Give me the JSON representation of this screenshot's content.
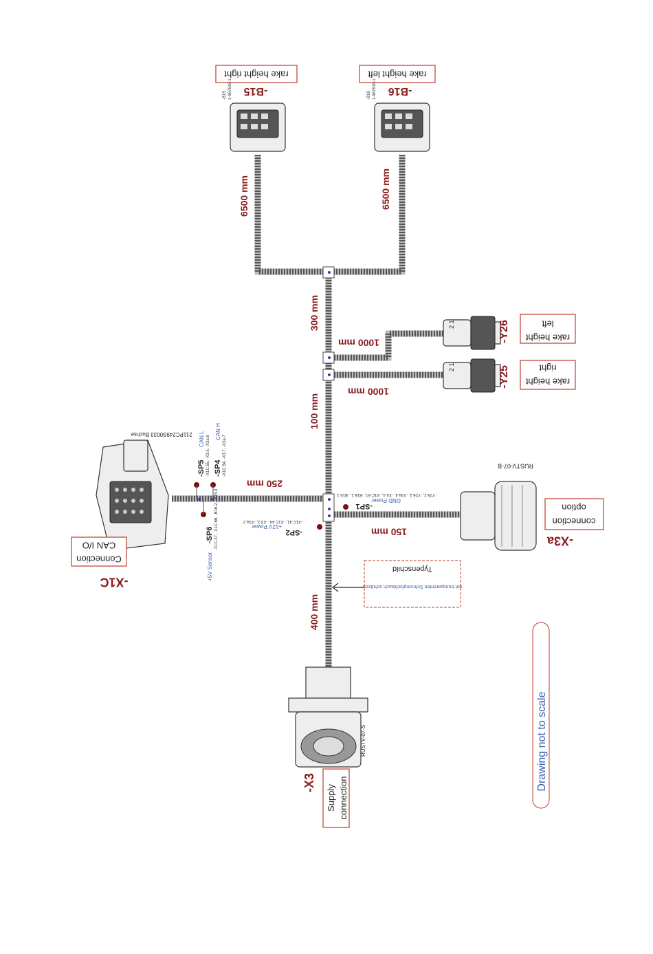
{
  "connectors": {
    "b15": {
      "id": "-B15",
      "desc": "rake height right",
      "part_ref": "-B15",
      "part_no": "1-967616-1"
    },
    "b16": {
      "id": "-B16",
      "desc": "rake height left",
      "part_ref": "-B16",
      "part_no": "1-967616-1"
    },
    "y26": {
      "id": "-Y26",
      "desc_line1": "rake height",
      "desc_line2": "left",
      "pins": "2 1"
    },
    "y25": {
      "id": "-Y25",
      "desc_line1": "rake height",
      "desc_line2": "right",
      "pins": "2 1"
    },
    "x1c": {
      "id": "-X1C",
      "desc_line1": "Connection",
      "desc_line2": "CAN I/O",
      "part_no": "211PC249S0033 Buchse"
    },
    "x3a": {
      "id": "-X3a",
      "desc_line1": "connection",
      "desc_line2": "option",
      "part_no": "RUSTV-07-B"
    },
    "x3": {
      "id": "-X3",
      "desc_line1": "Supply",
      "desc_line2": "connection",
      "part_no": "RUSTV-07-S"
    }
  },
  "lengths": {
    "b15": "6500 mm",
    "b16": "6500 mm",
    "trunk_top": "300 mm",
    "y26": "1000 mm",
    "y25": "1000 mm",
    "trunk_mid": "100 mm",
    "x1c": "250 mm",
    "x3a": "150 mm",
    "trunk_bottom": "400 mm"
  },
  "splices": {
    "sp1": {
      "id": "-SP1",
      "signal": "GND Power",
      "refs": "-Y25.2, -Y26.2, -X3a.4, -X4.4, -X1C.67, -B16.1, -B15.1"
    },
    "sp2": {
      "id": "-SP2",
      "signal": "+12V Power",
      "refs": "-X1C.41, -X1C.44, -X3.2, -X3a.2"
    },
    "sp4": {
      "id": "-SP4",
      "signal": "CAN H",
      "refs": "-X1C.54, -X3.7, -X3a.7"
    },
    "sp5": {
      "id": "-SP5",
      "signal": "CAN L",
      "refs": "-X1C.55, -X3.5, -X3a.6"
    },
    "sp6": {
      "id": "-SP6",
      "signal": "+5V Sensor",
      "refs": "-X1C.47, -X1C.66, -B16.2, -B15.3"
    }
  },
  "label_box": {
    "title": "Typenschild",
    "note": "mit transparenten Schrumpfschlauch schützen"
  },
  "note": "Drawing not to scale",
  "colors": {
    "accent_red": "#8b1a1a",
    "box_border": "#c0392b",
    "note_blue": "#3a5fb0"
  }
}
